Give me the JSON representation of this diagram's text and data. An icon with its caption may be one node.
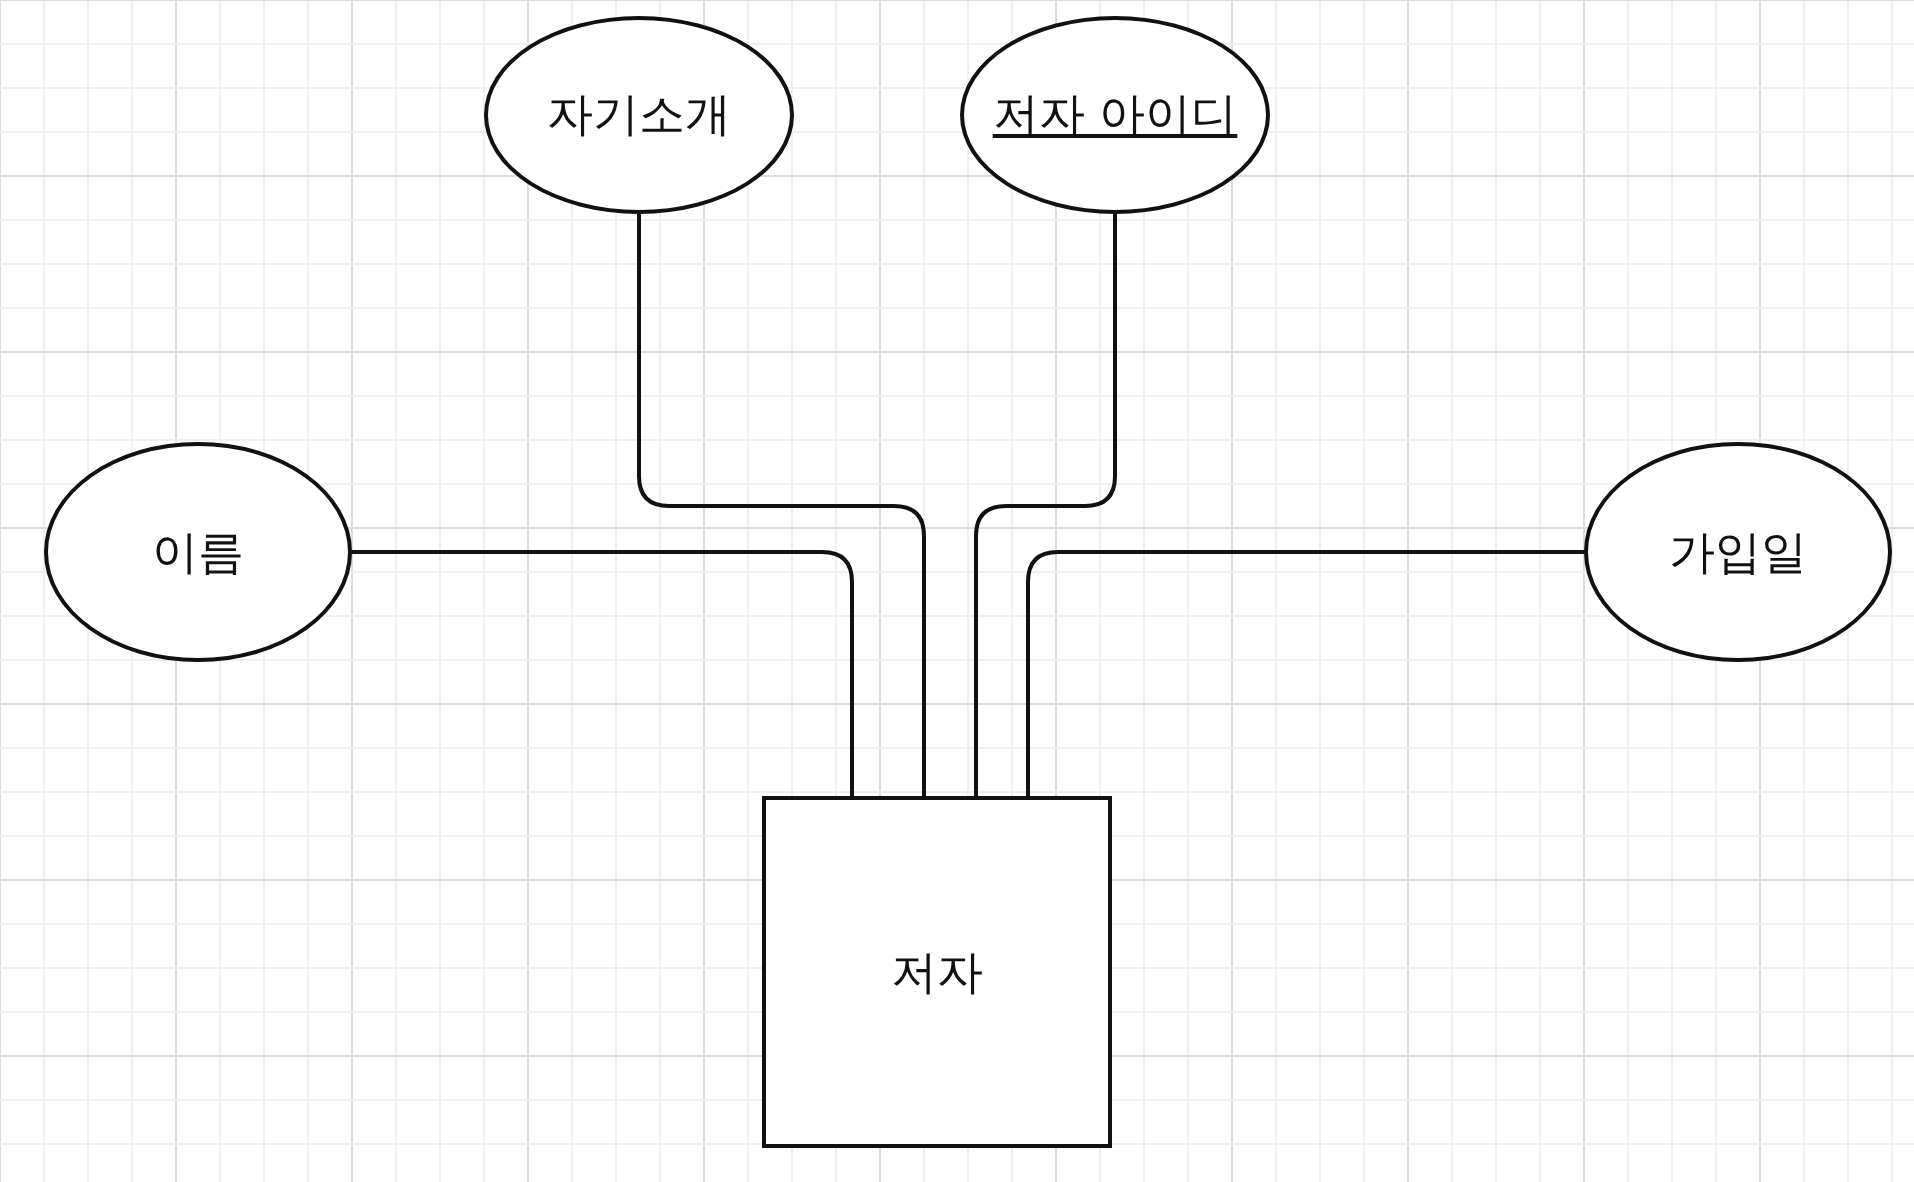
{
  "diagram": {
    "nodes": [
      {
        "text": [
          "자기소개"
        ]
      },
      {
        "text": [
          "저자 아이디"
        ]
      },
      {
        "text": [
          "이름"
        ]
      },
      {
        "text": [
          "가입일"
        ]
      },
      {
        "text": [
          "저자"
        ]
      }
    ],
    "edges": [
      {
        "from": 0,
        "to": 4,
        "arrow": "none"
      },
      {
        "from": 1,
        "to": 4,
        "arrow": "none"
      },
      {
        "from": 2,
        "to": 4,
        "arrow": "none"
      },
      {
        "from": 3,
        "to": 4,
        "arrow": "none"
      }
    ]
  }
}
